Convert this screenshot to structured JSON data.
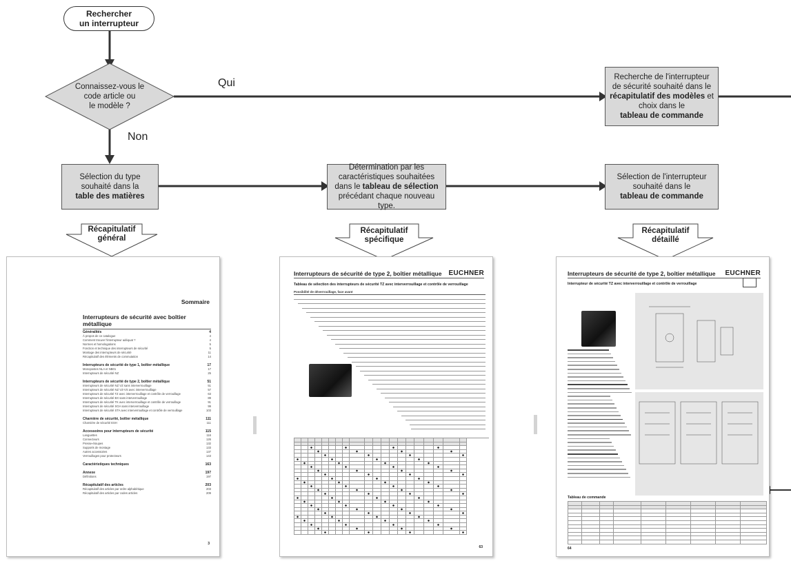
{
  "flow": {
    "start": {
      "line1": "Rechercher",
      "line2": "un interrupteur"
    },
    "decision": {
      "line1": "Connaissez-vous le",
      "line2": "code article ou",
      "line3": "le modèle ?"
    },
    "yes_label": "Qui",
    "no_label": "Non",
    "box_summary": {
      "line1": "Recherche de l'interrupteur",
      "line2": "de sécurité souhaité dans le",
      "line3_bold": "récapitulatif des modèles",
      "line3_rest": " et",
      "line4": "choix dans le",
      "line5_bold": "tableau de commande"
    },
    "box_type": {
      "line1": "Sélection du type",
      "line2": "souhaité dans la",
      "line3_bold": "table des matières"
    },
    "box_features": {
      "line1": "Détermination par les",
      "line2": "caractéristiques souhaitées",
      "line3_pre": "dans le ",
      "line3_bold": "tableau de sélection",
      "line4": "précédant chaque nouveau type."
    },
    "box_order": {
      "line1": "Sélection de l'interrupteur",
      "line2": "souhaité dans le",
      "line3_bold": "tableau de commande"
    },
    "arrows": [
      {
        "line1": "Récapitulatif",
        "line2": "général"
      },
      {
        "line1": "Récapitulatif",
        "line2": "spécifique"
      },
      {
        "line1": "Récapitulatif",
        "line2": "détaillé"
      }
    ]
  },
  "page1": {
    "corner": "Sommaire",
    "title": "Interrupteurs de sécurité avec boîtier métallique",
    "sections": [
      {
        "heading": "Généralités",
        "page": "4",
        "lines": [
          [
            "À propos de ce catalogue",
            "4"
          ],
          [
            "Comment trouver l'interrupteur adéquat ?",
            "4"
          ],
          [
            "Normes et homologations",
            "5"
          ],
          [
            "Fonction et technique des interrupteurs de sécurité",
            "5"
          ],
          [
            "Montage des interrupteurs de sécurité",
            "11"
          ],
          [
            "Récapitulatif des éléments de commutation",
            "14"
          ]
        ]
      },
      {
        "heading": "Interrupteurs de sécurité de type 1, boîtier métallique",
        "page": "17",
        "lines": [
          [
            "Monopostes NLA et NB01",
            "17"
          ],
          [
            "Interrupteurs de sécurité NZ",
            "25"
          ]
        ]
      },
      {
        "heading": "Interrupteurs de sécurité de type 2, boîtier métallique",
        "page": "51",
        "lines": [
          [
            "Interrupteurs de sécurité NZ VZ sans interverrouillage",
            "51"
          ],
          [
            "Interrupteurs de sécurité NZ VZ-VS avec interverrouillage",
            "57"
          ],
          [
            "Interrupteurs de sécurité TZ avec interverrouillage et contrôle de verrouillage",
            "63"
          ],
          [
            "Interrupteurs de sécurité BX sans interverrouillage",
            "89"
          ],
          [
            "Interrupteurs de sécurité TK avec interverrouillage et contrôle de verrouillage",
            "91"
          ],
          [
            "Interrupteurs de sécurité SGA sans interverrouillage",
            "99"
          ],
          [
            "Interrupteurs de sécurité STA avec interverrouillage et contrôle de verrouillage",
            "103"
          ]
        ]
      },
      {
        "heading": "Charnière de sécurité, boîtier métallique",
        "page": "111",
        "lines": [
          [
            "Charnière de sécurité ESH",
            "111"
          ]
        ]
      },
      {
        "heading": "Accessoires pour interrupteurs de sécurité",
        "page": "115",
        "lines": [
          [
            "Languettes",
            "116"
          ],
          [
            "Connecteurs",
            "126"
          ],
          [
            "Presse-étoupes",
            "132"
          ],
          [
            "Supports de montage",
            "133"
          ],
          [
            "Autres accessoires",
            "137"
          ],
          [
            "Verrouillages pour protecteurs",
            "143"
          ]
        ]
      },
      {
        "heading": "Caractéristiques techniques",
        "page": "163",
        "lines": []
      },
      {
        "heading": "Annexe",
        "page": "197",
        "lines": [
          [
            "Définitions",
            "197"
          ]
        ]
      },
      {
        "heading": "Récapitulatif des articles",
        "page": "203",
        "lines": [
          [
            "Récapitulatif des articles par ordre alphabétique",
            "203"
          ],
          [
            "Récapitulatif des articles par codes articles",
            "209"
          ]
        ]
      }
    ],
    "page_number": "3"
  },
  "page2": {
    "title": "Interrupteurs de sécurité de type 2, boîtier métallique",
    "brand": "EUCHNER",
    "subtitle": "Tableau de sélection des interrupteurs de sécurité TZ avec interverrouillage et contrôle de verrouillage",
    "legend_head": "Possibilité de déverrouillage, face avant",
    "page_number": "63"
  },
  "page3": {
    "title": "Interrupteurs de sécurité de type 2, boîtier métallique",
    "brand": "EUCHNER",
    "subtitle": "Interrupteur de sécurité TZ avec interverrouillage et contrôle de verrouillage",
    "table_title": "Tableau de commande",
    "page_number": "64"
  }
}
